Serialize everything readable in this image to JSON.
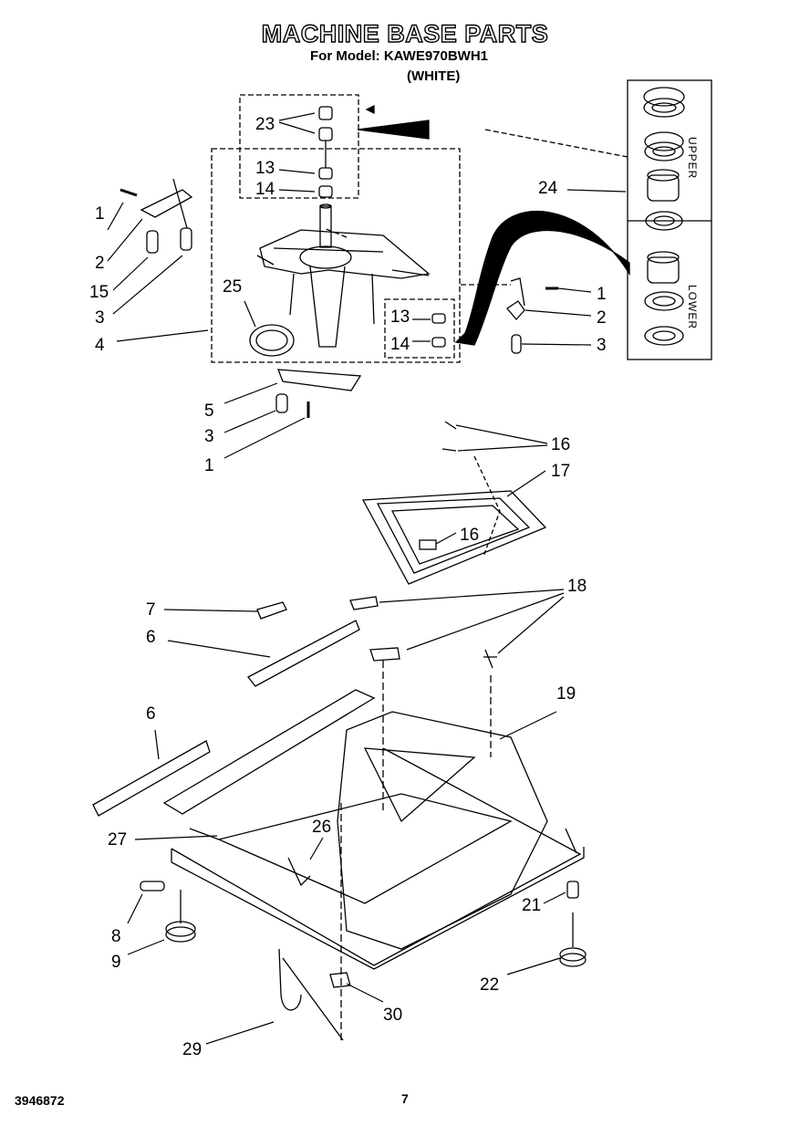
{
  "header": {
    "title": "MACHINE BASE PARTS",
    "model_line": "For Model: KAWE970BWH1",
    "color_line": "(WHITE)"
  },
  "side_labels": {
    "upper": "UPPER",
    "lower": "LOWER"
  },
  "callouts": [
    "23",
    "13",
    "14",
    "1",
    "2",
    "15",
    "3",
    "4",
    "25",
    "13",
    "14",
    "1",
    "2",
    "3",
    "24",
    "5",
    "3",
    "1",
    "16",
    "17",
    "16",
    "7",
    "18",
    "6",
    "6",
    "19",
    "27",
    "26",
    "21",
    "8",
    "9",
    "22",
    "30",
    "29"
  ],
  "footer": {
    "doc_number": "3946872",
    "page": "7"
  }
}
